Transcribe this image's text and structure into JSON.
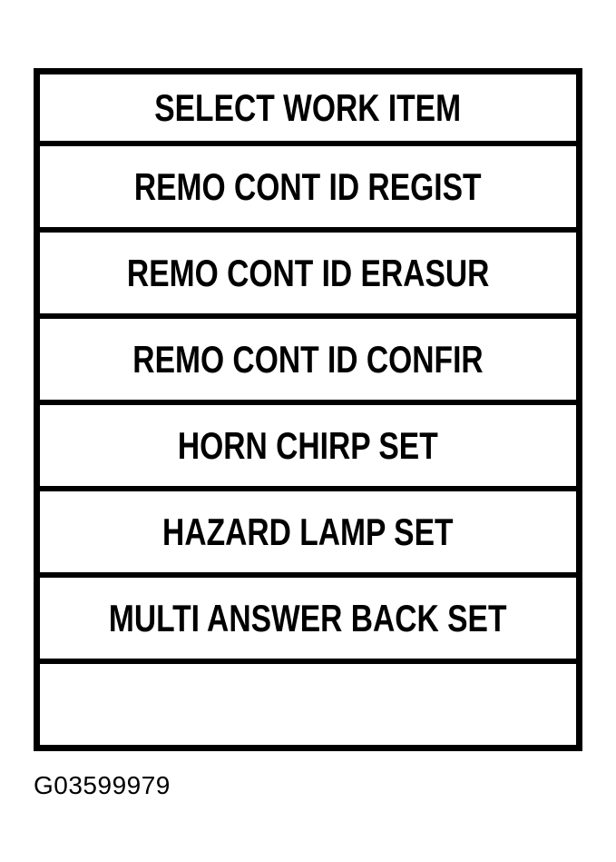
{
  "menu": {
    "header": "SELECT WORK ITEM",
    "items": [
      "REMO CONT ID REGIST",
      "REMO CONT ID ERASUR",
      "REMO CONT ID CONFIR",
      "HORN CHIRP SET",
      "HAZARD LAMP SET",
      "MULTI ANSWER BACK SET"
    ]
  },
  "caption": "G03599979",
  "colors": {
    "background": "#ffffff",
    "border": "#000000",
    "text": "#000000"
  }
}
